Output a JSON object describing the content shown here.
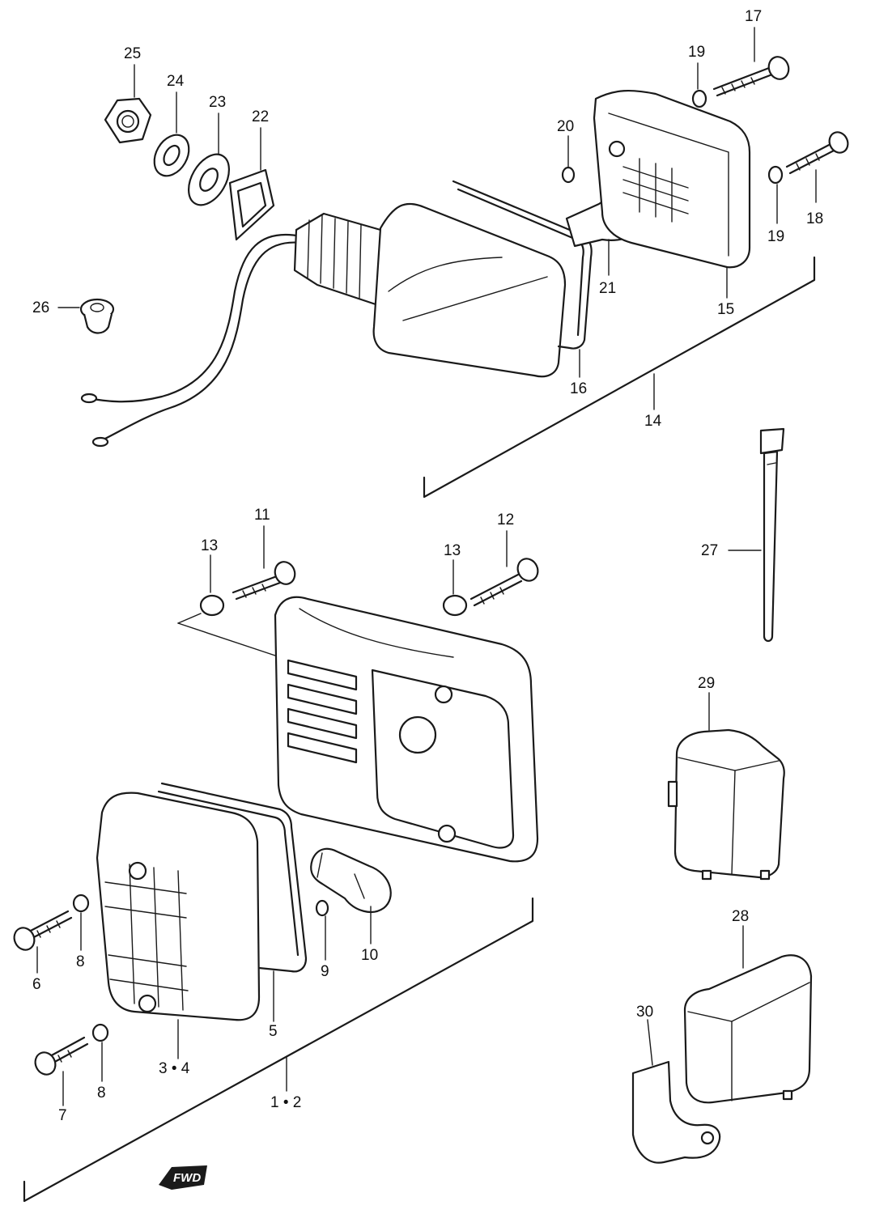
{
  "labels": {
    "p1_2": "1 • 2",
    "p3_4": "3 • 4",
    "p5": "5",
    "p6": "6",
    "p7": "7",
    "p8a": "8",
    "p8b": "8",
    "p9": "9",
    "p10": "10",
    "p11": "11",
    "p12": "12",
    "p13a": "13",
    "p13b": "13",
    "p14": "14",
    "p15": "15",
    "p16": "16",
    "p17": "17",
    "p18": "18",
    "p19a": "19",
    "p19b": "19",
    "p20": "20",
    "p21": "21",
    "p22": "22",
    "p23": "23",
    "p24": "24",
    "p25": "25",
    "p26": "26",
    "p27": "27",
    "p28": "28",
    "p29": "29",
    "p30": "30"
  },
  "direction_badge": "FWD"
}
